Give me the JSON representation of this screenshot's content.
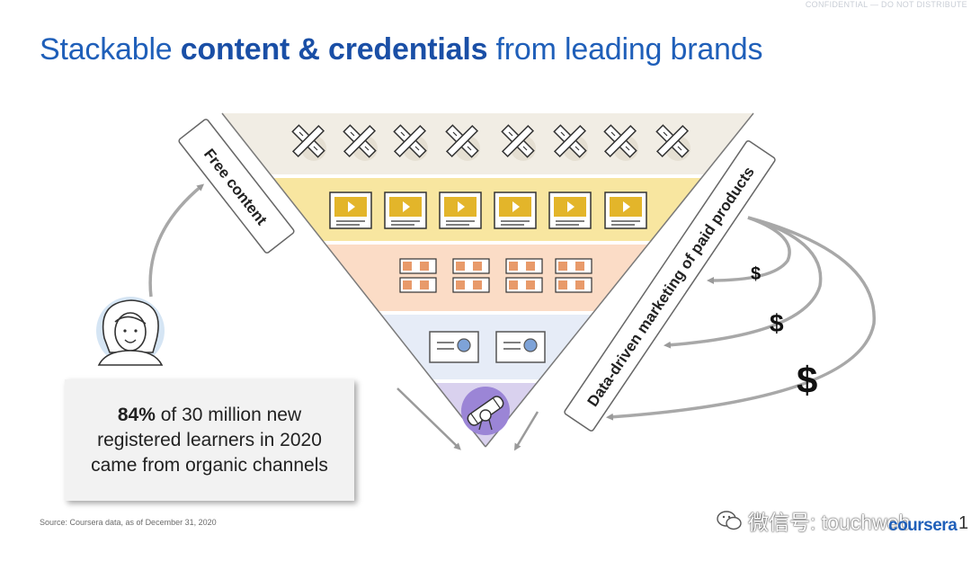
{
  "header": {
    "confidential": "CONFIDENTIAL — DO NOT DISTRIBUTE",
    "title_pre": "Stackable ",
    "title_bold": "content & credentials",
    "title_post": " from leading brands"
  },
  "funnel": {
    "left_label": "Free content",
    "right_label": "Data-driven marketing of paid products",
    "dollar_small": "$",
    "dollar_medium": "$",
    "dollar_large": "$",
    "tier_colors": [
      "#f1ede4",
      "#f8e6a0",
      "#fbdcc6",
      "#e6ecf7",
      "#d9d1ee"
    ],
    "accent": "#e3b52a"
  },
  "stat": {
    "bold": "84%",
    "text": " of 30 million new registered learners in 2020 came from organic channels"
  },
  "footer": {
    "source": "Source: Coursera data, as of December 31, 2020",
    "wechat": "微信号: touchweb",
    "logo": "coursera",
    "page": "1"
  }
}
